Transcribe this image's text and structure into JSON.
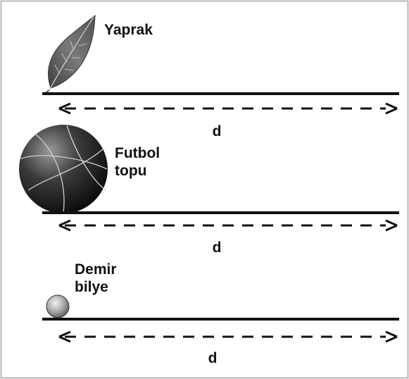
{
  "rows": [
    {
      "object_label": "Yaprak",
      "distance_label": "d",
      "icon": "leaf-icon"
    },
    {
      "object_label_line1": "Futbol",
      "object_label_line2": "topu",
      "distance_label": "d",
      "icon": "ball-icon"
    },
    {
      "object_label_line1": "Demir",
      "object_label_line2": "bilye",
      "distance_label": "d",
      "icon": "steel-ball-icon"
    }
  ],
  "colors": {
    "line": "#111111",
    "border": "#b9b9b9",
    "leaf_dark": "#4b4b4b",
    "leaf_light": "#a3a3a3",
    "ball_dark": "#111111",
    "ball_light": "#8a8a8a"
  }
}
